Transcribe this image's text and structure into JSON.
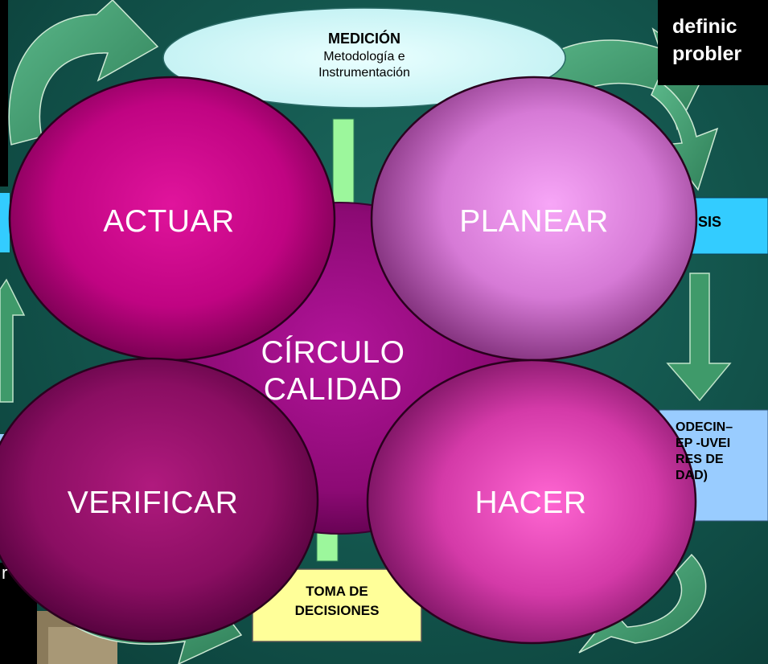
{
  "nodes": {
    "medicion": {
      "title": "MEDICIÓN",
      "line1": "Metodología e",
      "line2": "Instrumentación"
    },
    "definicion": {
      "line1": "definic",
      "line2": "probler"
    },
    "analisis": {
      "text": "SIS"
    },
    "hacer_box": {
      "line1": "ODECIN–",
      "line2": "EP -UVEI",
      "line3": "RES DE",
      "line4": "DAD)"
    },
    "toma": {
      "line1": "TOMA DE",
      "line2": "DECISIONES"
    },
    "actuar": "ACTUAR",
    "planear": "PLANEAR",
    "verificar": "VERIFICAR",
    "hacer": "HACER",
    "center": {
      "line1": "CÍRCULO",
      "line2": "CALIDAD"
    },
    "left_mark": "r"
  },
  "colors": {
    "background": "#155a51",
    "arrow_green": "#3f9a6a",
    "connector_green": "#9cf79c",
    "medicion_fill": "#cdf7f7",
    "analisis_fill": "#33ccff",
    "hacer_box_fill": "#99ccff",
    "toma_fill": "#ffff99",
    "actuar_fill": "#cc0088",
    "planear_fill": "#f090f0",
    "verificar_fill": "#a01070",
    "hacer_fill": "#ff5cc8",
    "center_fill": "#9a0a7c"
  }
}
